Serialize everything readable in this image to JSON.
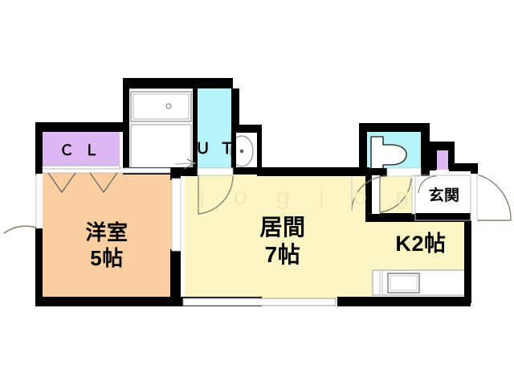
{
  "plan": {
    "title": "apartment-floor-plan",
    "layout_type": "1K",
    "background_color": "#ffffff",
    "wall_color": "#000000",
    "watermark_text": "j o g j o g"
  },
  "colors": {
    "living_floor": "#fbf6c4",
    "bedroom_floor": "#fbcfa2",
    "closet_fill": "#ddb8f2",
    "wet_area_fill": "#b6f4f9",
    "wall": "#000000",
    "fixture_outline": "#808080",
    "door_arc": "#8a8070",
    "watermark": "#f2e9b8"
  },
  "rooms": [
    {
      "id": "bedroom",
      "name": "洋室",
      "size": "5帖",
      "floor_color": "#fbcfa2"
    },
    {
      "id": "living",
      "name": "居間",
      "size": "7帖",
      "floor_color": "#fbf6c4"
    },
    {
      "id": "kitchen",
      "name": "K2帖",
      "size": "",
      "floor_color": "#fbf6c4"
    },
    {
      "id": "entrance",
      "name": "玄関",
      "size": "",
      "floor_color": "#ffffff"
    }
  ],
  "annotations": {
    "closet_label": "Ｃ Ｌ",
    "utility_label": "Ｕ Ｔ",
    "bedroom_name": "洋室",
    "bedroom_size": "5帖",
    "living_name": "居間",
    "living_size": "7帖",
    "kitchen_label": "K2帖",
    "entrance_label": "玄関"
  },
  "fixtures": [
    {
      "id": "bathtub",
      "name": "bathtub-fixture"
    },
    {
      "id": "toilet",
      "name": "toilet-fixture"
    },
    {
      "id": "washer",
      "name": "washing-machine-fixture"
    },
    {
      "id": "sink",
      "name": "kitchen-sink-fixture"
    },
    {
      "id": "shoe-closet",
      "name": "shoe-closet-fixture"
    }
  ],
  "openings": [
    {
      "id": "entry-door",
      "name": "entrance-door-swing"
    },
    {
      "id": "bedroom-window-door",
      "name": "bedroom-exterior-door-swing"
    },
    {
      "id": "living-window",
      "name": "living-room-window"
    },
    {
      "id": "bedroom-window-top",
      "name": "bedroom-window"
    },
    {
      "id": "ut-door",
      "name": "utility-door-swing"
    },
    {
      "id": "bath-door",
      "name": "bathroom-door-swing"
    },
    {
      "id": "toilet-door",
      "name": "toilet-door-swing"
    },
    {
      "id": "kitchen-door",
      "name": "kitchen-door-swing"
    },
    {
      "id": "bedroom-sliding-door",
      "name": "bedroom-sliding-door"
    }
  ]
}
